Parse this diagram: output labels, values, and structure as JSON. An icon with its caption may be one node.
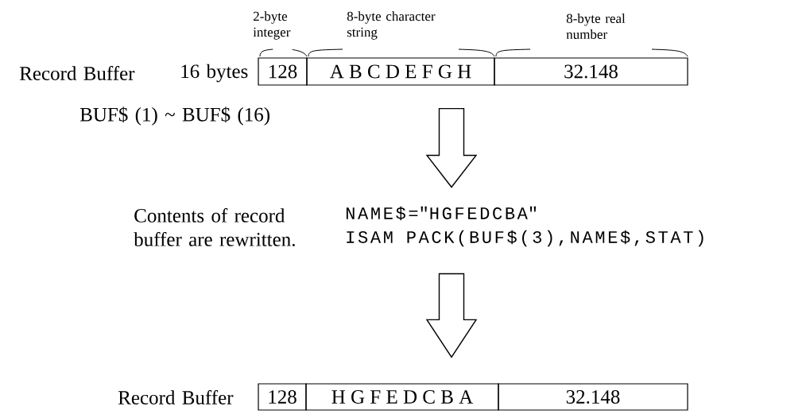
{
  "diagram": {
    "nodes": [
      {
        "text": [
          "128"
        ]
      },
      {
        "text": [
          "A B C D E F G H"
        ]
      },
      {
        "text": [
          "32.148"
        ]
      },
      {
        "text": [
          "128"
        ]
      },
      {
        "text": [
          "H G F E D C B A"
        ]
      },
      {
        "text": [
          "32.148"
        ]
      },
      {
        "text": [
          "NAME$=\"HGFEDCBA\"",
          "ISAM PACK(BUF$(3),NAME$,STAT)"
        ]
      }
    ],
    "edges": [
      {
        "from": 1,
        "to": 6,
        "arrow": "to"
      },
      {
        "from": 6,
        "to": 4,
        "arrow": "to"
      }
    ],
    "labels": [
      "2-byte integer",
      "8-byte character string",
      "8-byte real number",
      "Record Buffer",
      "16 bytes",
      "BUF$ (1) ~ BUF$ (16)",
      "Contents of record buffer are rewritten.",
      "Record Buffer"
    ]
  }
}
